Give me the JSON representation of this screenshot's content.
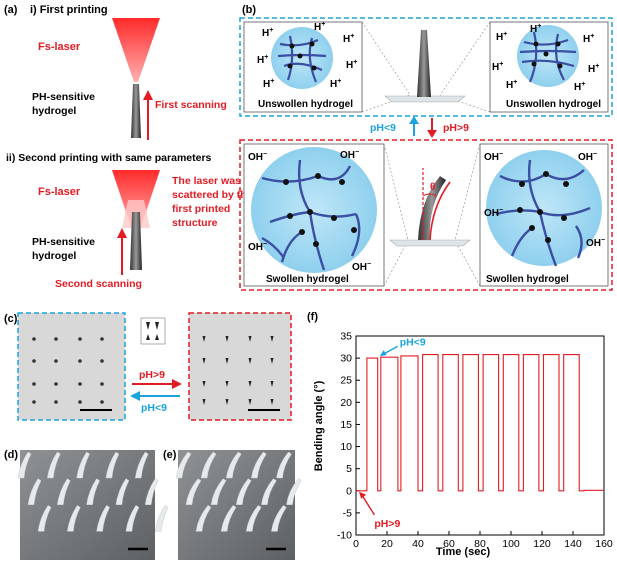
{
  "panel_a": {
    "label": "(a)",
    "step1_title": "i) First printing",
    "laser_label": "Fs-laser",
    "material_line1": "PH-sensitive",
    "material_line2": "hydrogel",
    "first_scan": "First scanning",
    "step2_title": "ii) Second printing with same parameters",
    "laser_label2": "Fs-laser",
    "scatter_line1": "The laser was",
    "scatter_line2": "scattered by the",
    "scatter_line3": "first printed",
    "scatter_line4": "structure",
    "material2_line1": "PH-sensitive",
    "material2_line2": "hydrogel",
    "second_scan": "Second scanning"
  },
  "panel_b": {
    "label": "(b)",
    "ion_h": "H",
    "ion_h_sup": "+",
    "ion_oh": "OH",
    "ion_oh_sup": "−",
    "unswollen_left": "Unswollen hydrogel",
    "unswollen_right": "Unswollen hydrogel",
    "swollen_left": "Swollen hydrogel",
    "swollen_right": "Swollen hydrogel",
    "ph_low": "pH<9",
    "ph_high": "pH>9",
    "theta": "θ"
  },
  "panel_c": {
    "label": "(c)",
    "ph_high": "pH>9",
    "ph_low": "pH<9"
  },
  "panel_d": {
    "label": "(d)"
  },
  "panel_e": {
    "label": "(e)"
  },
  "colors": {
    "blue": "#1aa3dc",
    "red": "#e31b23",
    "gel": "#a9dcf2",
    "chain": "#3a4ea3"
  },
  "chart_data": {
    "type": "line",
    "panel_label": "(f)",
    "xlabel": "Time (sec)",
    "ylabel": "Bending angle (°)",
    "xlim": [
      0,
      160
    ],
    "ylim": [
      -10,
      35
    ],
    "xticks": [
      0,
      20,
      40,
      60,
      80,
      100,
      120,
      140,
      160
    ],
    "yticks": [
      -10,
      -5,
      0,
      5,
      10,
      15,
      20,
      25,
      30,
      35
    ],
    "annotations": [
      {
        "text": "pH<9",
        "x": 14,
        "y": 32
      },
      {
        "text": "pH>9",
        "x": 8,
        "y": -5
      }
    ],
    "series": [
      {
        "x": [
          0,
          7,
          7,
          14,
          14,
          16,
          16,
          27,
          27,
          29,
          29,
          40,
          40,
          43,
          43,
          53,
          53,
          56,
          56,
          66,
          66,
          69,
          69,
          79,
          79,
          82,
          82,
          92,
          92,
          95,
          95,
          105,
          105,
          108,
          108,
          118,
          118,
          121,
          121,
          131,
          131,
          134,
          134,
          144,
          144,
          147,
          147,
          160
        ],
        "y": [
          0,
          0,
          30,
          30,
          0,
          0,
          30.2,
          30.2,
          0,
          0,
          30.5,
          30.5,
          0,
          0,
          30.8,
          30.8,
          0,
          0,
          30.8,
          30.8,
          0,
          0,
          30.8,
          30.8,
          0,
          0,
          30.8,
          30.8,
          0,
          0,
          30.8,
          30.8,
          0,
          0,
          30.8,
          30.8,
          0,
          0,
          30.8,
          30.8,
          0,
          0,
          30.8,
          30.8,
          0,
          0,
          0.1,
          0.1
        ]
      }
    ],
    "grid": false
  }
}
